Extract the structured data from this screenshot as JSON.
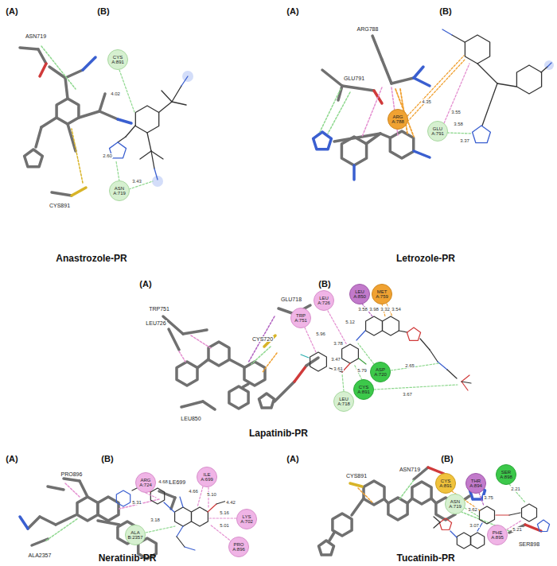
{
  "diagram": {
    "nodes": [
      {
        "text": [
          "CYS A:891"
        ]
      },
      {
        "text": [
          "ASN A:719"
        ]
      },
      {
        "text": [
          "ARG A:788"
        ]
      },
      {
        "text": [
          "GLU A:791"
        ]
      },
      {
        "text": [
          "TRP A:751"
        ]
      },
      {
        "text": [
          "LEU A:726"
        ]
      },
      {
        "text": [
          "LEU A:850"
        ]
      },
      {
        "text": [
          "MET A:759"
        ]
      },
      {
        "text": [
          "ASP A:720"
        ]
      },
      {
        "text": [
          "LEU A:718"
        ]
      },
      {
        "text": [
          "CYS A:891"
        ]
      },
      {
        "text": [
          "ARG A:724"
        ]
      },
      {
        "text": [
          "ILE A:699"
        ]
      },
      {
        "text": [
          "LYS A:702"
        ]
      },
      {
        "text": [
          "PRO A:896"
        ]
      },
      {
        "text": [
          "ALA B:2357"
        ]
      },
      {
        "text": [
          "CYS A:891"
        ]
      },
      {
        "text": [
          "THR A:894"
        ]
      },
      {
        "text": [
          "SER A:898"
        ]
      },
      {
        "text": [
          "ASN A:719"
        ]
      },
      {
        "text": [
          "PHE A:895"
        ]
      }
    ],
    "labels": [
      "(A)",
      "ASN719",
      "CYS891",
      "(B)",
      "4.02",
      "2.60",
      "3.43",
      "Anastrozole-PR",
      "(A)",
      "ARG788",
      "GLU791",
      "(B)",
      "4.35",
      "3.55",
      "3.58",
      "3.37",
      "Letrozole-PR",
      "(A)",
      "TRP751",
      "LEU726",
      "CYS720",
      "GLU718",
      "LEU850",
      "(B)",
      "5.96",
      "5.12",
      "3.58",
      "3.98",
      "3.32",
      "3.54",
      "3.47",
      "3.61",
      "5.79",
      "2.65",
      "3.67",
      "3.78",
      "Lapatinib-PR",
      "(A)",
      "PRO896",
      "ILE699",
      "ALA2357",
      "(B)",
      "5.31",
      "4.68",
      "4.66",
      "5.10",
      "4.42",
      "5.16",
      "5.01",
      "3.18",
      "Neratinib-PR",
      "(A)",
      "ASN719",
      "CYS891",
      "SER898",
      "(B)",
      "2.21",
      "3.75",
      "3.62",
      "3.07",
      "5.21",
      "Tucatinib-PR"
    ]
  }
}
